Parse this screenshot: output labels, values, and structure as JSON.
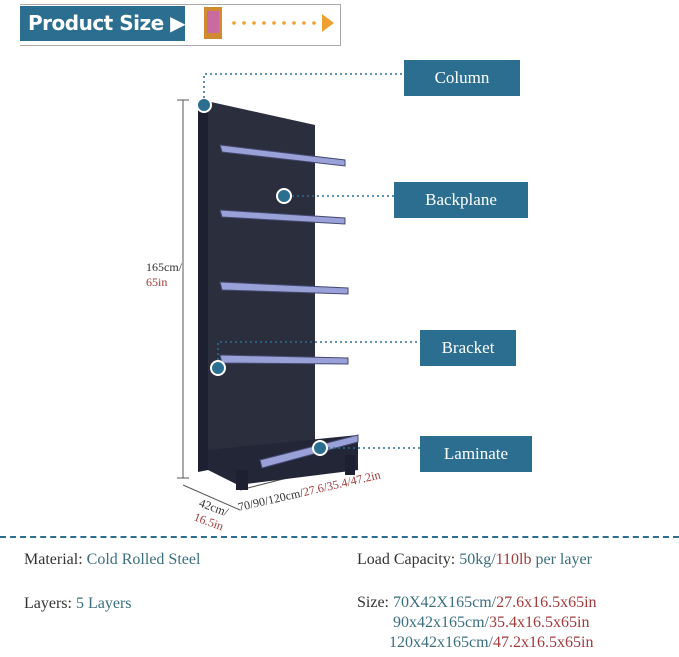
{
  "banner": {
    "title": "Product Size ▶"
  },
  "callouts": {
    "column": "Column",
    "backplane": "Backplane",
    "bracket": "Bracket",
    "laminate": "Laminate"
  },
  "dimensions": {
    "height_cm": "165cm/",
    "height_in": "65in",
    "depth_cm": "42cm/",
    "depth_in": "16.5in",
    "width_cm": "70/90/120cm/",
    "width_in": "27.6/35.4/47.2in"
  },
  "specs": {
    "material_label": "Material:",
    "material_value": "Cold Rolled Steel",
    "layers_label": "Layers:",
    "layers_value": "5 Layers",
    "load_label": "Load Capacity:",
    "load_kg": "50kg/",
    "load_lb": "110lb",
    "load_suffix": "per layer",
    "size_label": "Size:",
    "sizes": [
      {
        "cm": "70X42X165cm/",
        "in": "27.6x16.5x65in"
      },
      {
        "cm": "90x42x165cm/",
        "in": "35.4x16.5x65in"
      },
      {
        "cm": "120x42x165cm/",
        "in": "47.2x16.5x65in"
      }
    ]
  },
  "colors": {
    "accent": "#2c6e8f",
    "red": "#a23a3a",
    "orange": "#f0a030"
  }
}
